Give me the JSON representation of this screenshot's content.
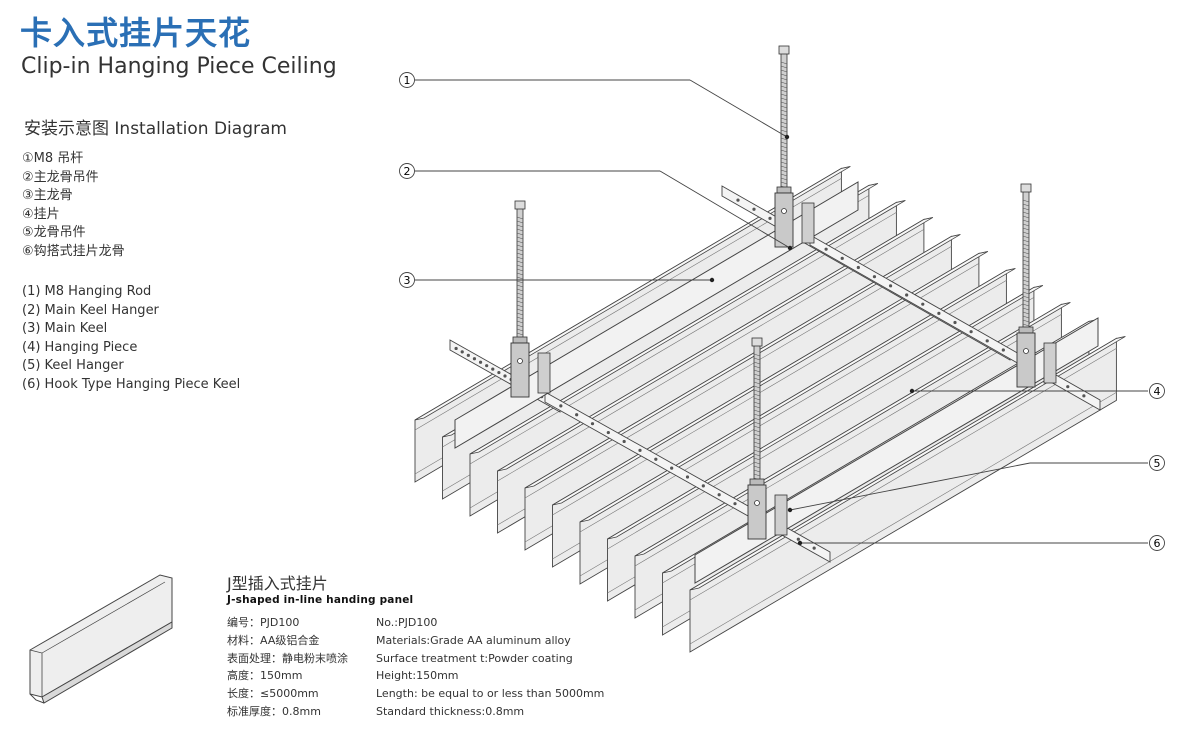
{
  "header": {
    "title_cn": "卡入式挂片天花",
    "title_en": "Clip-in Hanging Piece Ceiling",
    "subtitle": "安装示意图  Installation Diagram"
  },
  "legend_cn": [
    "①M8 吊杆",
    "②主龙骨吊件",
    "③主龙骨",
    "④挂片",
    "⑤龙骨吊件",
    "⑥钩搭式挂片龙骨"
  ],
  "legend_en": [
    "(1) M8 Hanging Rod",
    "(2) Main Keel Hanger",
    "(3) Main Keel",
    "(4) Hanging Piece",
    "(5) Keel Hanger",
    "(6) Hook Type Hanging Piece Keel"
  ],
  "callouts": [
    "1",
    "2",
    "3",
    "4",
    "5",
    "6"
  ],
  "panel": {
    "title_cn": "J型插入式挂片",
    "title_en": "J-shaped in-line handing panel",
    "specs_cn": [
      "编号：PJD100",
      "材料：AA级铝合金",
      "表面处理：静电粉末喷涂",
      "高度：150mm",
      "长度：≤5000mm",
      "标准厚度：0.8mm"
    ],
    "specs_en": [
      "No.:PJD100",
      "Materials:Grade AA aluminum alloy",
      "Surface treatment t:Powder coating",
      "Height:150mm",
      "Length: be equal to or less than 5000mm",
      "Standard thickness:0.8mm"
    ]
  },
  "colors": {
    "title_blue": "#2a6fb5",
    "line": "#333333",
    "panel_fill": "#e9e9e9",
    "keel_fill": "#f4f4f4"
  }
}
